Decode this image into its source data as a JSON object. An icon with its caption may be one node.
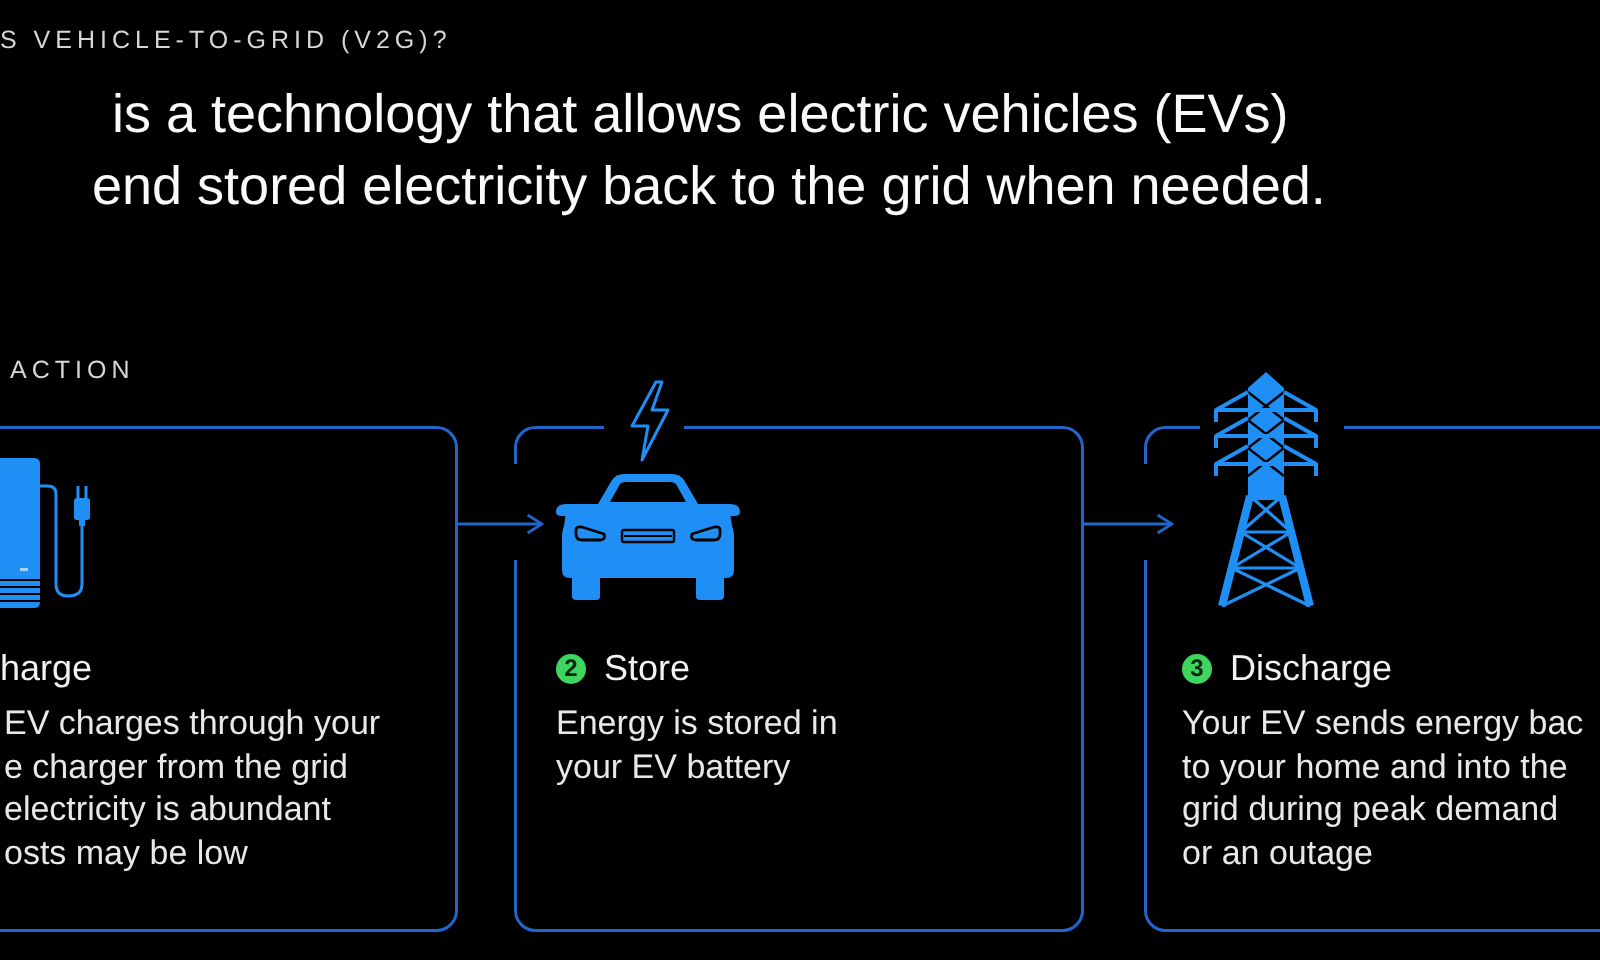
{
  "diagram": {
    "title": "S VEHICLE-TO-GRID (V2G)?",
    "nodes": [
      {
        "text": [
          "harge",
          "EV charges through your e charger from the grid electricity is abundant osts may be low"
        ]
      },
      {
        "text": [
          "2",
          "Store",
          "Energy is stored in your EV battery"
        ]
      },
      {
        "text": [
          "3",
          "Discharge",
          "Your EV sends energy bac to your home and into the grid during peak demand or an outage"
        ]
      }
    ],
    "edges": [
      {
        "from": 0,
        "to": 1,
        "arrow": "to"
      },
      {
        "from": 1,
        "to": 2,
        "arrow": "to"
      }
    ],
    "labels": [
      "is a technology that allows electric vehicles (EVs) end stored electricity back to the grid when needed.",
      "ACTION"
    ]
  }
}
